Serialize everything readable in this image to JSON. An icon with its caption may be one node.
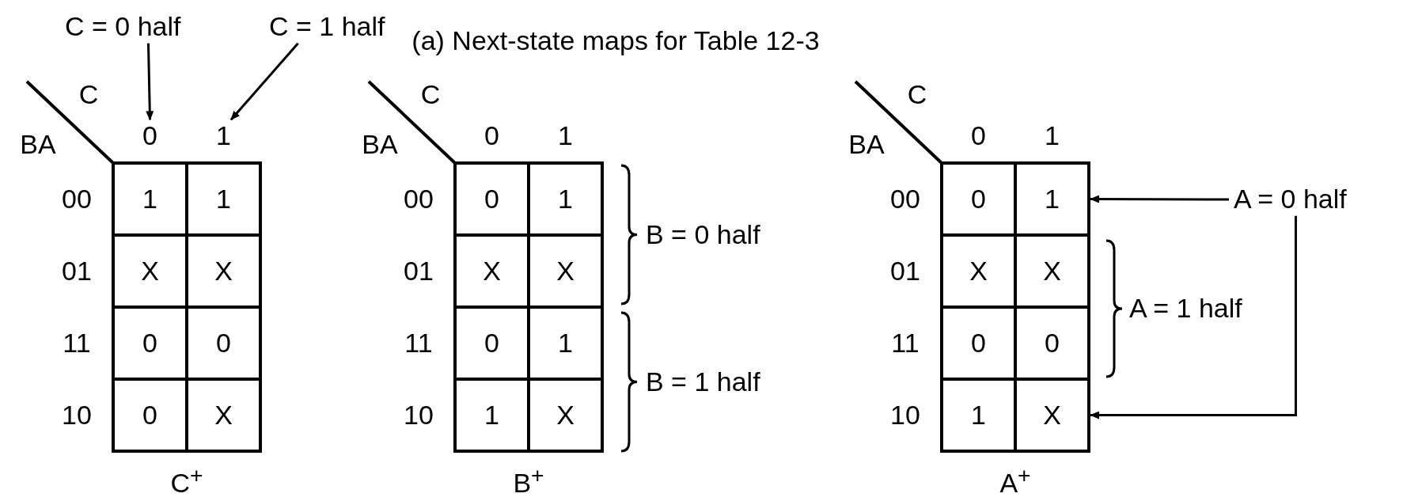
{
  "diagram": {
    "title": "(a) Next-state maps for Table 12-3",
    "nodes": [
      {
        "text": [
          "C = 0 half"
        ]
      },
      {
        "text": [
          "C = 1 half"
        ]
      },
      {
        "text": [
          "0"
        ]
      },
      {
        "text": [
          "1"
        ]
      },
      {
        "text": [
          "A = 0 half"
        ]
      },
      {
        "text": [
          "1"
        ]
      },
      {
        "text": [
          "X"
        ]
      }
    ],
    "edges": [
      {
        "from": 0,
        "to": 2,
        "arrow": "to"
      },
      {
        "from": 1,
        "to": 3,
        "arrow": "to"
      },
      {
        "from": 4,
        "to": 5,
        "arrow": "to"
      },
      {
        "from": 4,
        "to": 6,
        "arrow": "to"
      }
    ],
    "labels": [
      "C",
      "BA",
      "00",
      "1",
      "1",
      "01",
      "X",
      "X",
      "11",
      "0",
      "0",
      "10",
      "0",
      "X",
      "C$^{+}$",
      "C",
      "BA",
      "0",
      "1",
      "00",
      "0",
      "1",
      "01",
      "X",
      "X",
      "11",
      "0",
      "1",
      "10",
      "1",
      "X",
      "B$^{+}$",
      "B = 0 half",
      "B = 1 half",
      "C",
      "BA",
      "0",
      "1",
      "00",
      "0",
      "01",
      "X",
      "X",
      "11",
      "0",
      "0",
      "10",
      "1",
      "A$^{+}$",
      "A = 1 half"
    ]
  }
}
